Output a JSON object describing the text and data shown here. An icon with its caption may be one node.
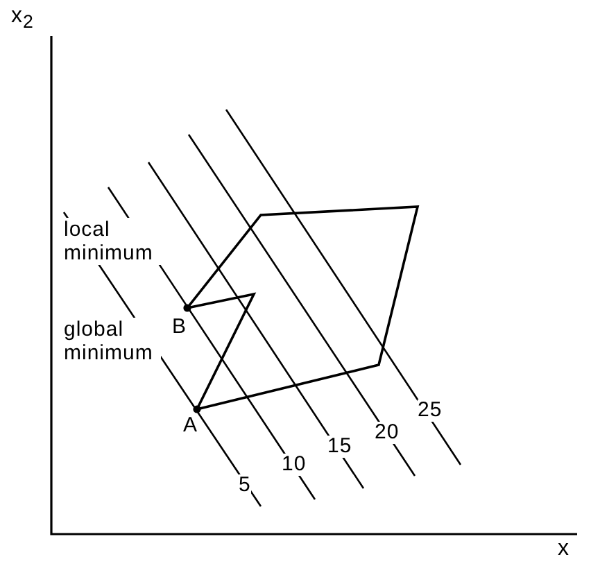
{
  "diagram": {
    "labels": [
      "x$_{2}$",
      "local minimum",
      "B",
      "global minimum",
      "A",
      "5",
      "10",
      "15",
      "20",
      "25",
      "x"
    ]
  }
}
